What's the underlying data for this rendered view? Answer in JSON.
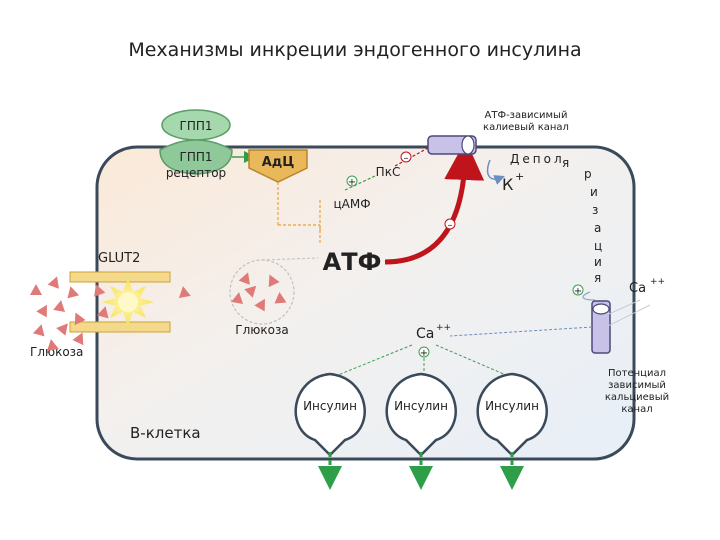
{
  "title": "Механизмы инкреции эндогенного инсулина",
  "labels": {
    "gpp1": "ГПП1",
    "gpp1_receptor_line1": "ГПП1",
    "gpp1_receptor_line2": "рецептор",
    "adc": "АдЦ",
    "pkc": "ПкС",
    "camp": "цАМФ",
    "atp": "АТФ",
    "glut2": "GLUT2",
    "glucose_outside": "Глюкоза",
    "glucose_inside": "Глюкоза",
    "katp_line1": "АТФ-зависимый",
    "katp_line2": "калиевый канал",
    "k_ion": "К",
    "k_sup": "+",
    "depol_horizontal": "Депол",
    "depol_letters": [
      "я",
      "р",
      "и",
      "з",
      "а",
      "ц",
      "и",
      "я"
    ],
    "ca_outside": "Ca",
    "ca_outside_sup": "++",
    "ca_inside": "Ca",
    "ca_inside_sup": "++",
    "vcc_line1": "Потенциал",
    "vcc_line2": "зависимый",
    "vcc_line3": "кальциевый",
    "vcc_line4": "канал",
    "insulin": [
      "Инсулин",
      "Инсулин",
      "Инсулин"
    ],
    "cell": "В-клетка",
    "plus": "+",
    "minus": "–"
  },
  "colors": {
    "cell_border": "#3a4a5a",
    "receptor": "#8fc99a",
    "adc": "#e8b85a",
    "atp_arrow": "#c0141c",
    "triangle": "#e07a78",
    "channel": "#c9c2e8",
    "insulin_arrow": "#2e9e48",
    "dashed_blue": "#6a8fc0",
    "dashed_green": "#3d9e50",
    "dashed_orange": "#e8a23a"
  }
}
